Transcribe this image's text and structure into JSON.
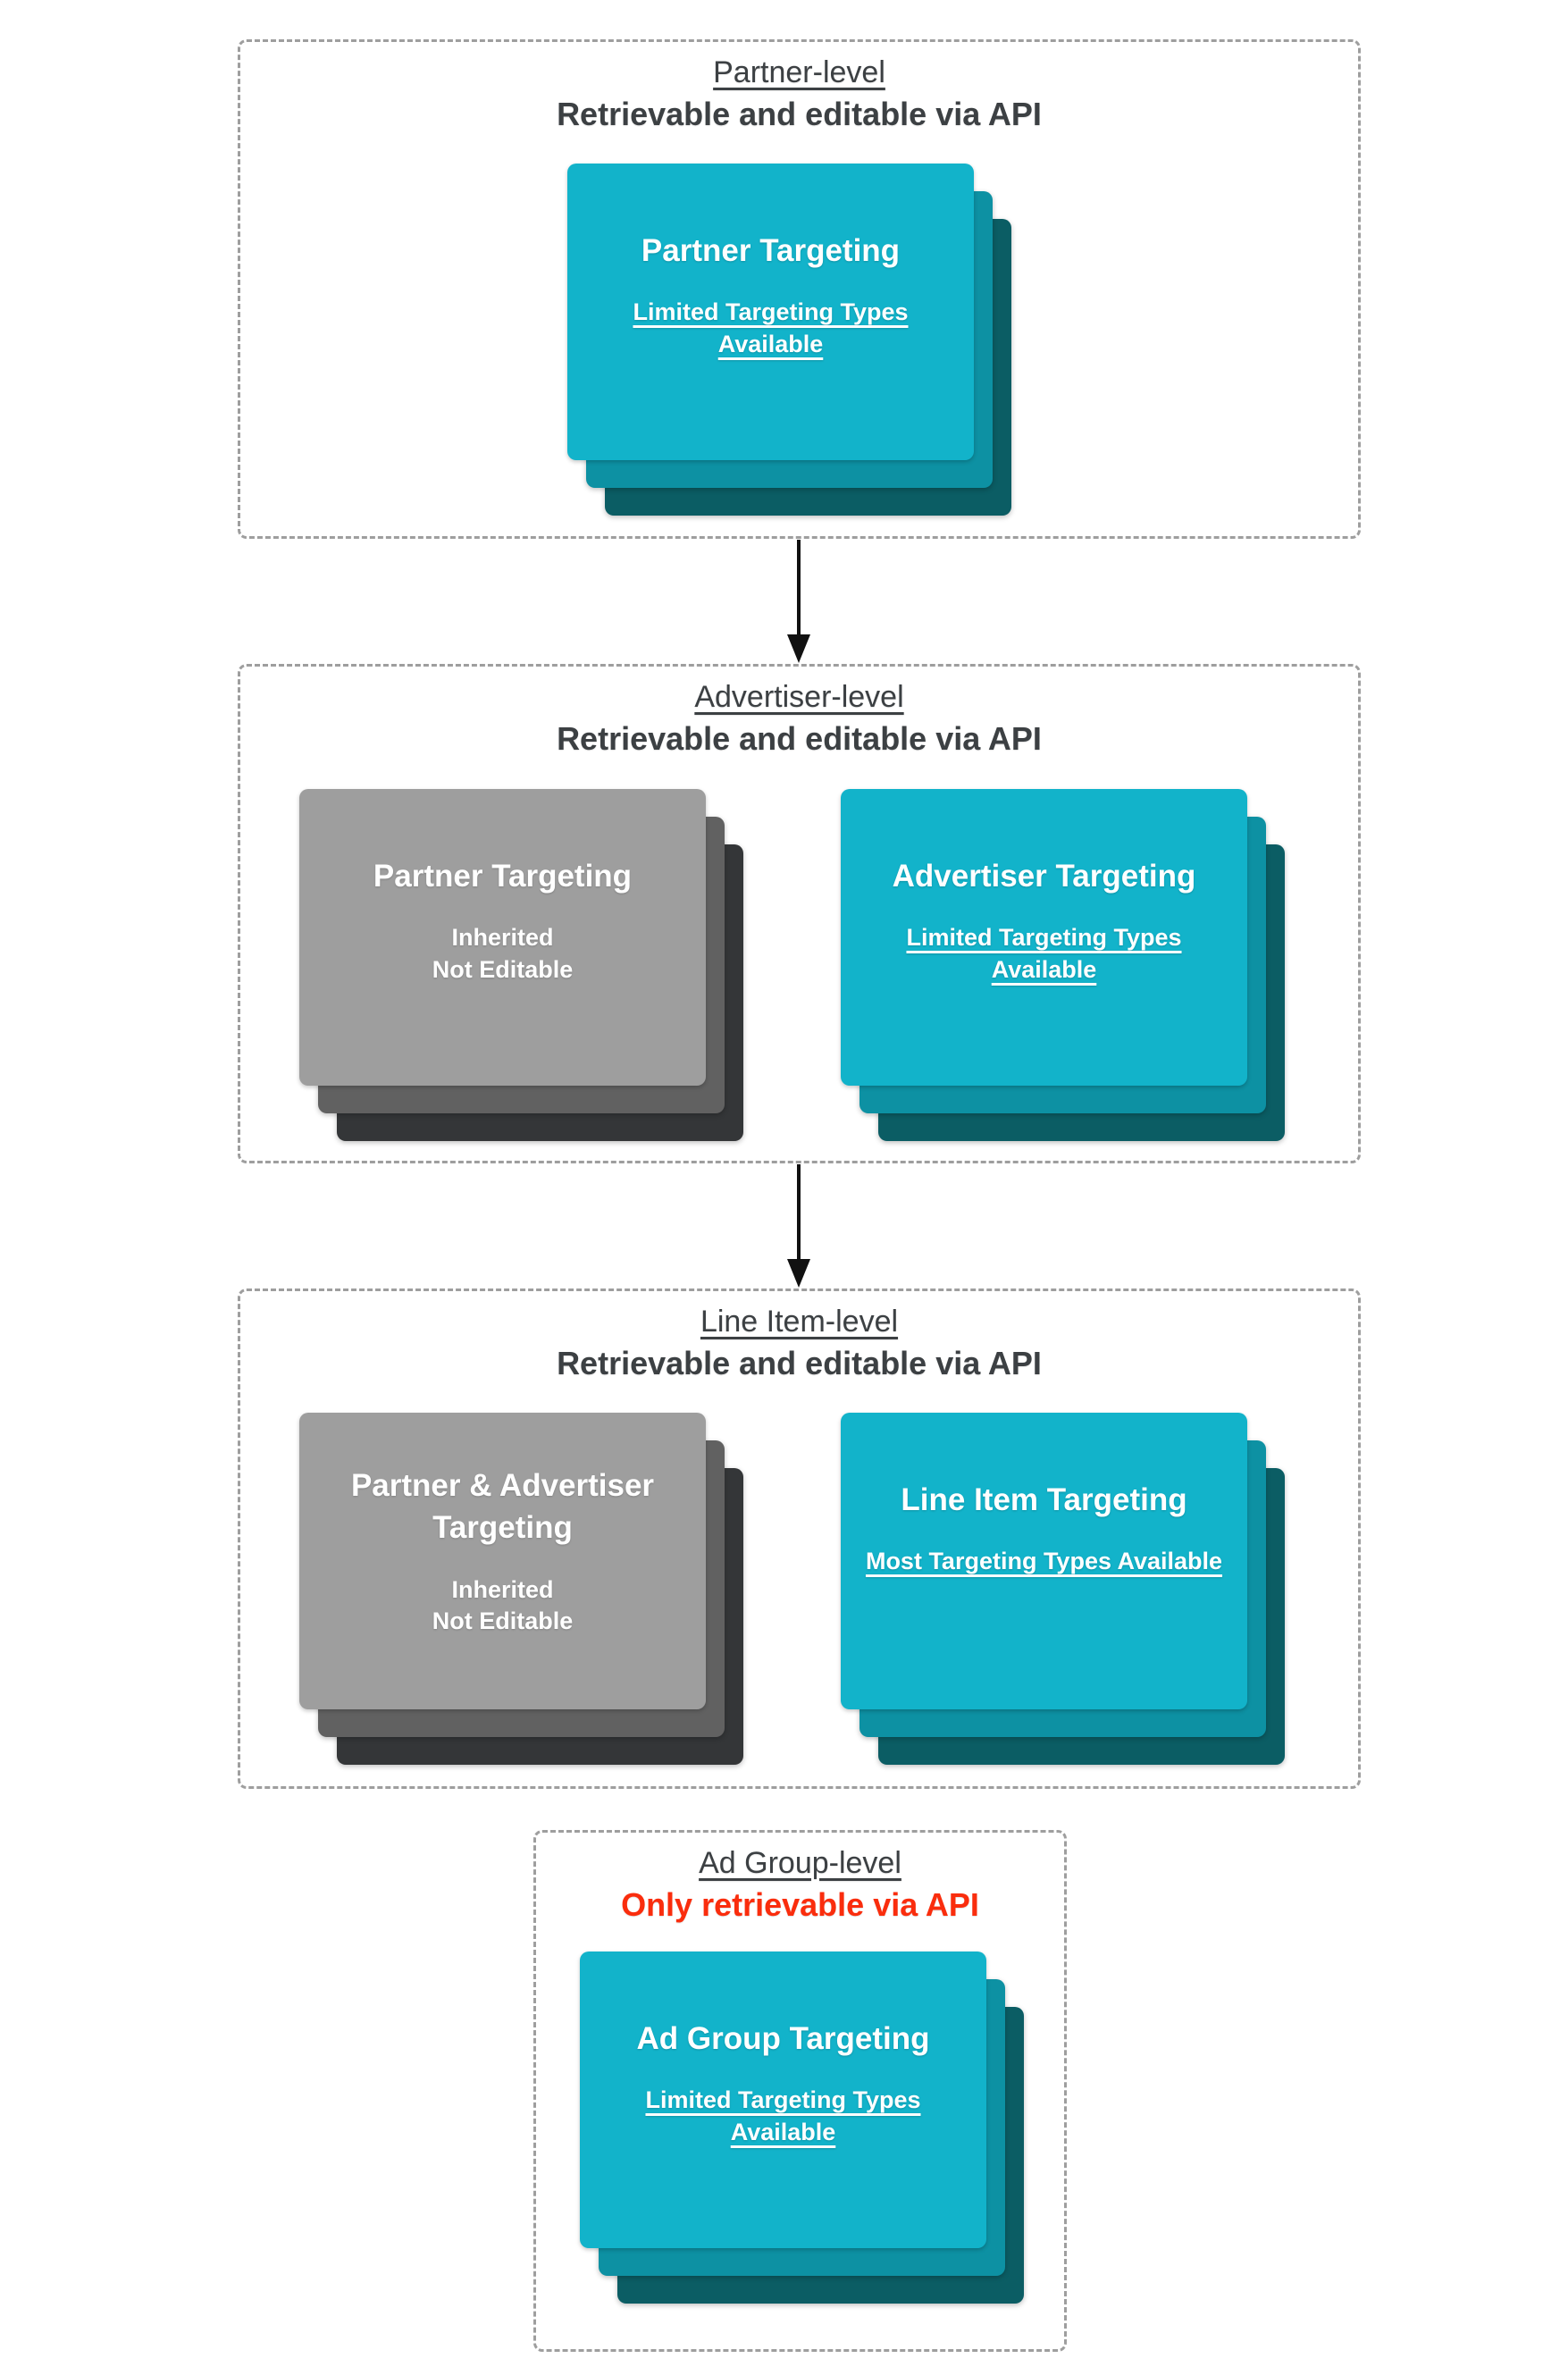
{
  "colors": {
    "teal": "#12b3ca",
    "teal2": "#0d91a3",
    "teal3": "#0b5d64",
    "gray": "#9e9e9e",
    "gray2": "#616161",
    "gray3": "#343638",
    "heading": "#3c4043",
    "red": "#fa2d0d",
    "cardtext": "#ffffff",
    "dash": "#9e9e9e",
    "arrow": "#111111"
  },
  "sections": [
    {
      "title": "Partner-level",
      "subtitle": "Retrievable and editable via API",
      "cards": [
        {
          "title": "Partner Targeting",
          "body": "Limited Targeting Types Available"
        }
      ]
    },
    {
      "title": "Advertiser-level",
      "subtitle": "Retrievable and editable via API",
      "cards": [
        {
          "title": "Partner Targeting",
          "body_lines": [
            "Inherited",
            "Not Editable"
          ]
        },
        {
          "title": "Advertiser Targeting",
          "body": "Limited Targeting Types Available"
        }
      ]
    },
    {
      "title": "Line Item-level",
      "subtitle": "Retrievable and editable via API",
      "cards": [
        {
          "title": "Partner & Advertiser Targeting",
          "body_lines": [
            "Inherited",
            "Not Editable"
          ]
        },
        {
          "title": "Line Item Targeting",
          "body": "Most Targeting Types Available"
        }
      ]
    },
    {
      "title": "Ad Group-level",
      "subtitle": "Only retrievable via API",
      "cards": [
        {
          "title": "Ad Group Targeting",
          "body": "Limited Targeting Types Available"
        }
      ]
    }
  ]
}
